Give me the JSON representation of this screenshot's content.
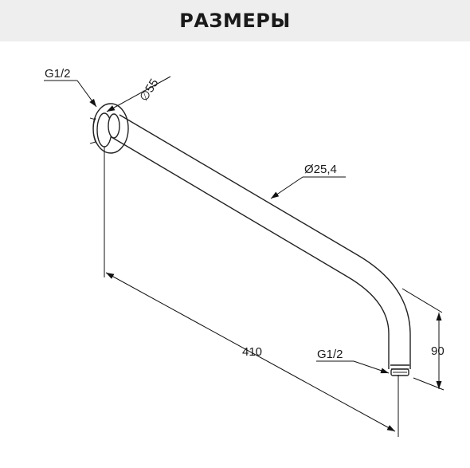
{
  "header": {
    "title": "РАЗМЕРЫ"
  },
  "drawing": {
    "labels": {
      "thread_flange": "G1/2",
      "flange_diameter": "∅55",
      "pipe_diameter": "Ø25,4",
      "length": "410",
      "height": "90",
      "thread_outlet": "G1/2"
    }
  }
}
